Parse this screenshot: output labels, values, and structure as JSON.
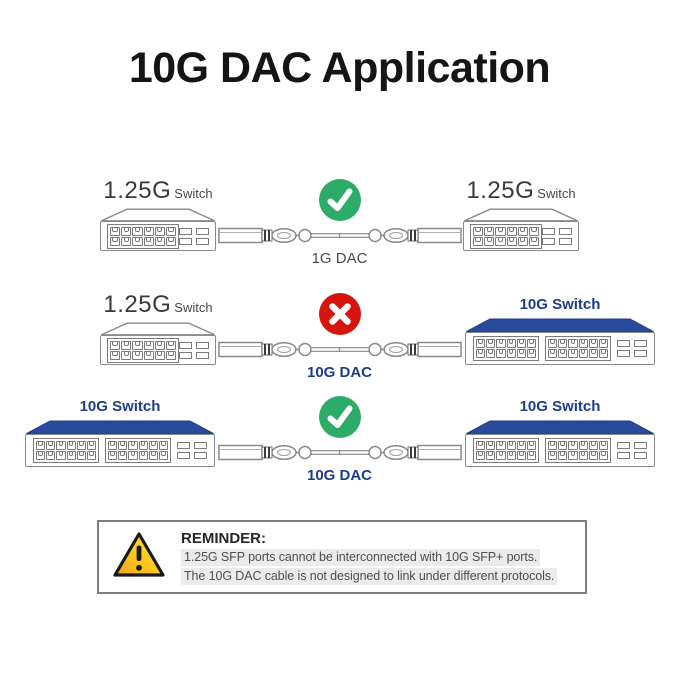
{
  "title": "10G DAC Application",
  "rows": [
    {
      "left": {
        "speed": "1.25G",
        "kind": "Switch"
      },
      "status": "compatible",
      "cable_label": "1G DAC",
      "right": {
        "speed": "1.25G",
        "kind": "Switch"
      }
    },
    {
      "left": {
        "speed": "1.25G",
        "kind": "Switch"
      },
      "status": "incompatible",
      "cable_label": "10G DAC",
      "right": {
        "label": "10G Switch"
      }
    },
    {
      "left": {
        "label": "10G Switch"
      },
      "status": "compatible",
      "cable_label": "10G DAC",
      "right": {
        "label": "10G Switch"
      }
    }
  ],
  "reminder": {
    "heading": "REMINDER:",
    "lines": [
      "1.25G SFP ports cannot be interconnected with 10G SFP+ ports.",
      "The 10G DAC cable is not designed to link under different protocols."
    ]
  },
  "colors": {
    "check_green": "#2DAC69",
    "cross_red": "#D7150F",
    "navy_text": "#1E3C8C",
    "switch_top_blue": "#2A4A9B",
    "warning_yellow": "#FFCE1F",
    "outline_gray": "#8a8a8a"
  }
}
